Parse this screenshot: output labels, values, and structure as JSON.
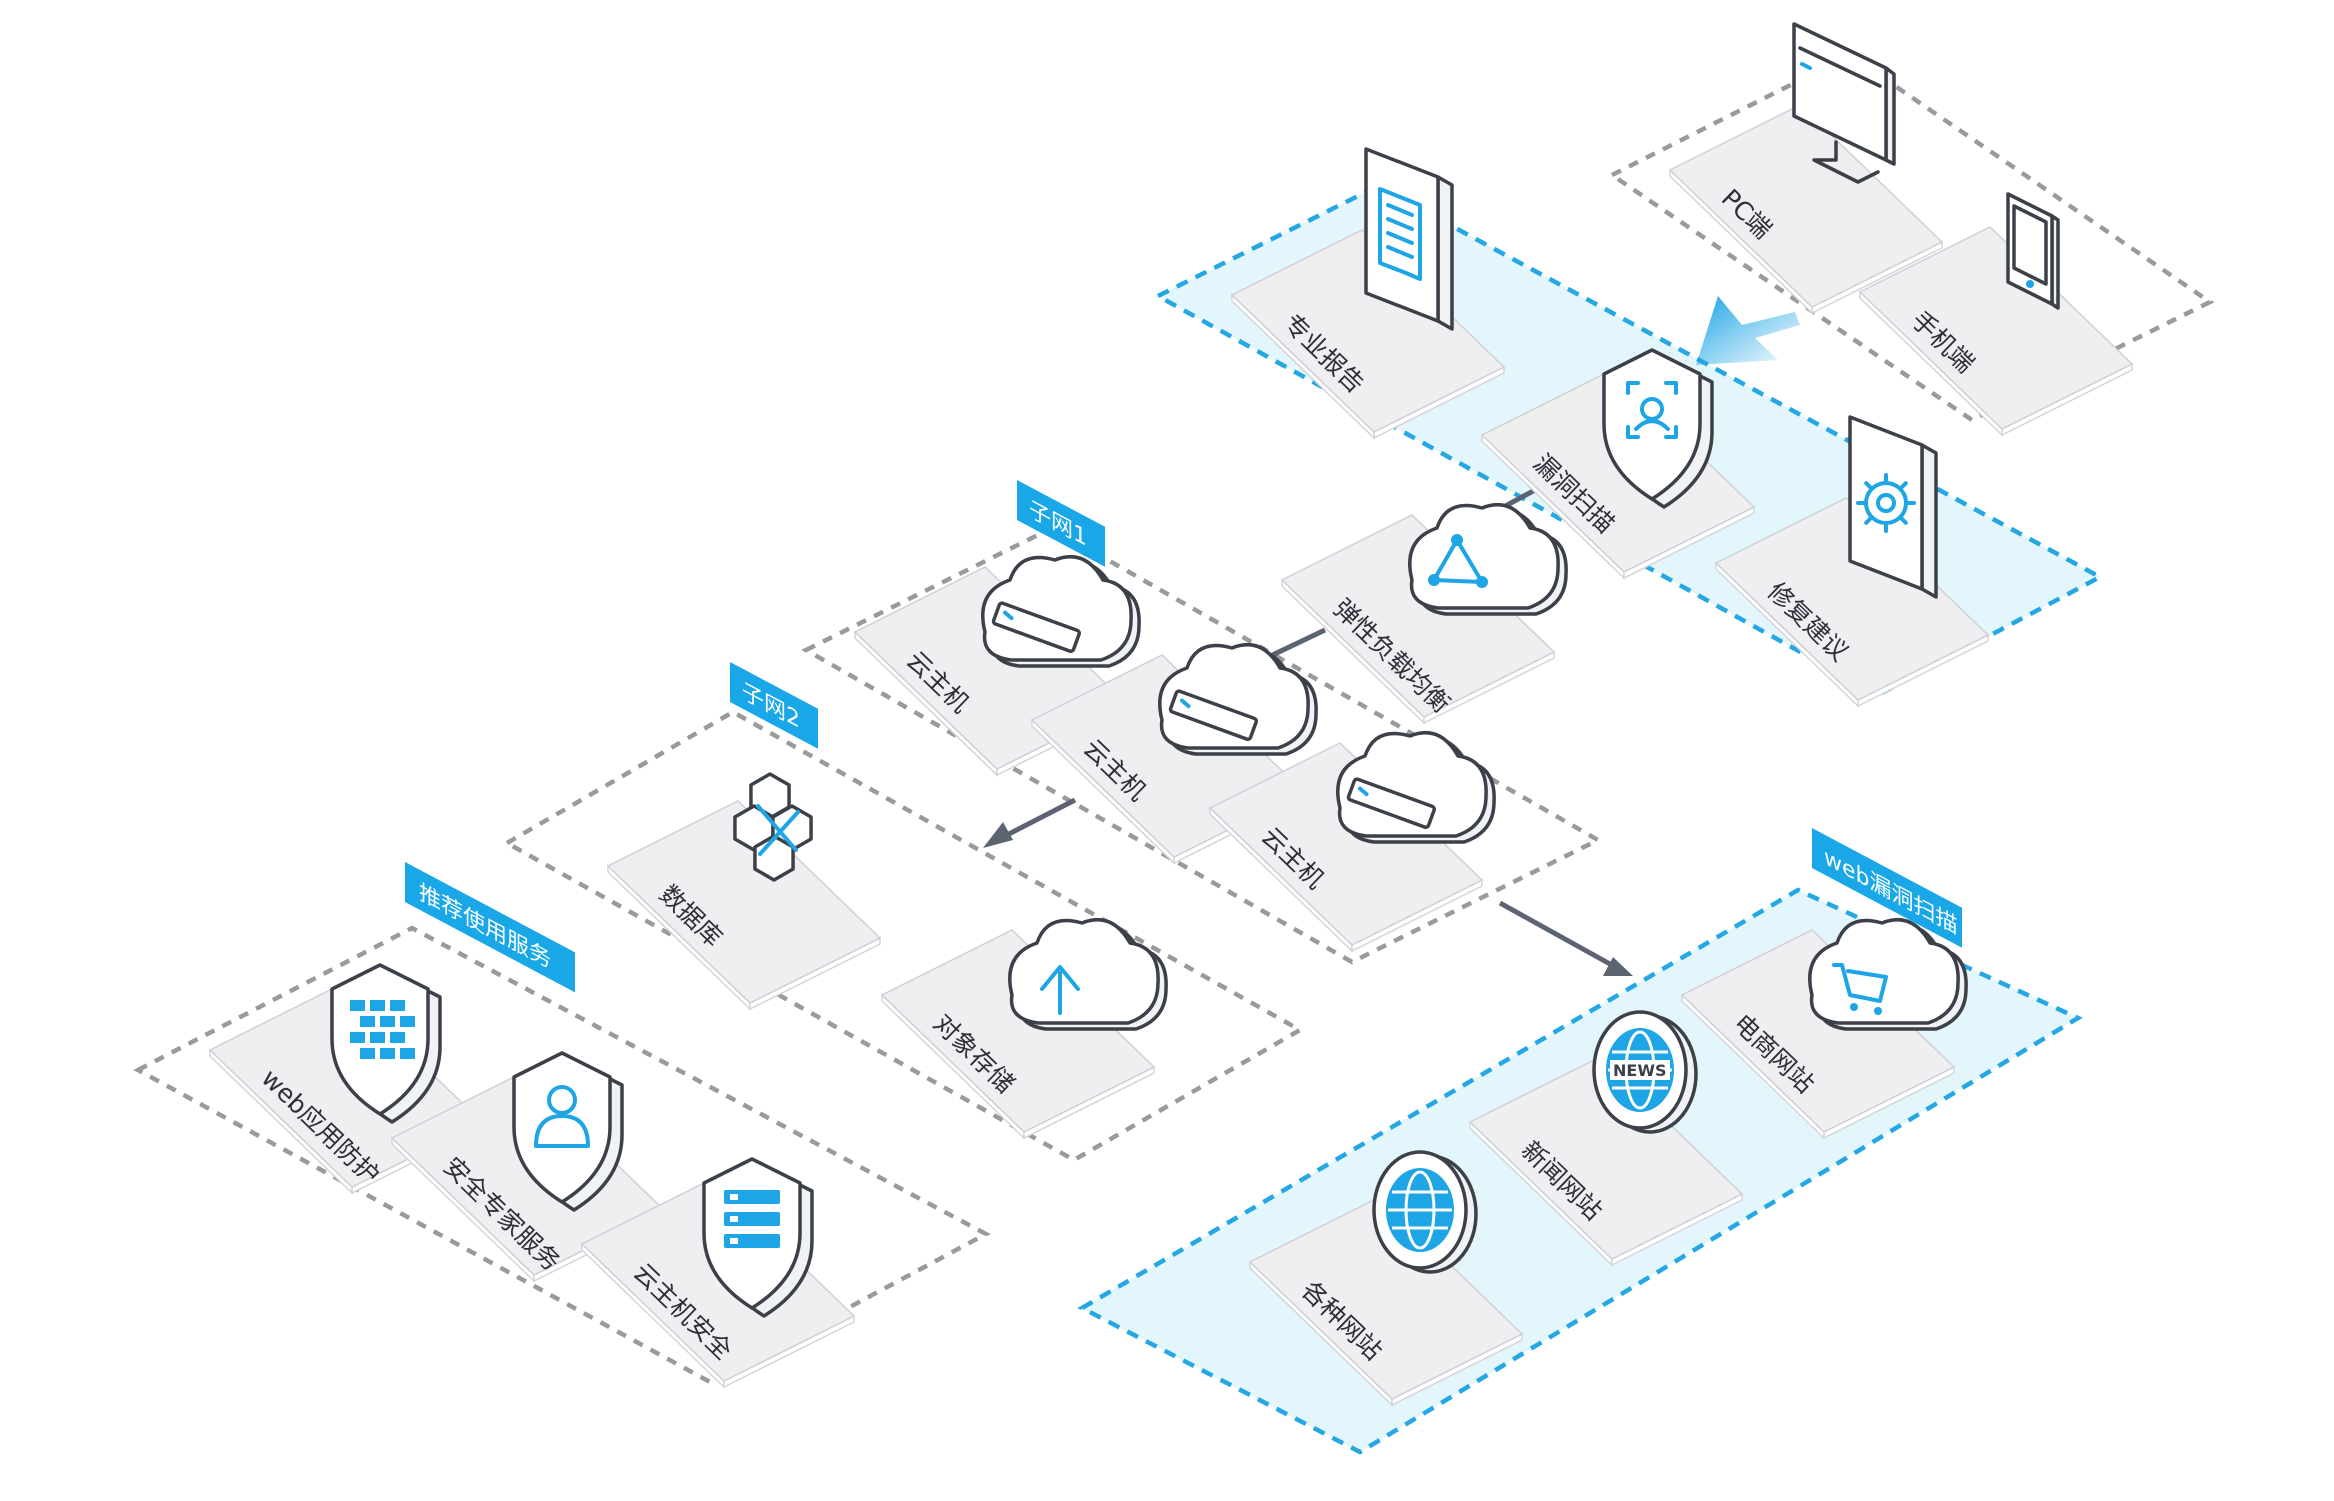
{
  "zones": [
    {
      "id": "client",
      "style": "gray",
      "tag": ""
    },
    {
      "id": "scan",
      "style": "blue",
      "tag": ""
    },
    {
      "id": "subnet1",
      "style": "gray",
      "tag": "子网1"
    },
    {
      "id": "subnet2",
      "style": "gray",
      "tag": "子网2"
    },
    {
      "id": "recommended",
      "style": "gray",
      "tag": "推荐使用服务"
    },
    {
      "id": "websites",
      "style": "blue",
      "tag": "web漏洞扫描"
    }
  ],
  "nodes": [
    {
      "label": "PC端",
      "icon": "monitor-icon"
    },
    {
      "label": "手机端",
      "icon": "phone-icon"
    },
    {
      "label": "专业报告",
      "icon": "report-book-icon"
    },
    {
      "label": "漏洞扫描",
      "icon": "scan-shield-icon"
    },
    {
      "label": "修复建议",
      "icon": "gear-book-icon"
    },
    {
      "label": "弹性负载均衡",
      "icon": "network-cloud-icon"
    },
    {
      "label": "云主机",
      "icon": "server-cloud-icon"
    },
    {
      "label": "云主机",
      "icon": "server-cloud-icon"
    },
    {
      "label": "云主机",
      "icon": "server-cloud-icon"
    },
    {
      "label": "数据库",
      "icon": "hexagon-cluster-icon"
    },
    {
      "label": "对象存储",
      "icon": "upload-cloud-icon"
    },
    {
      "label": "web应用防护",
      "icon": "firewall-shield-icon"
    },
    {
      "label": "安全专家服务",
      "icon": "user-shield-icon"
    },
    {
      "label": "云主机安全",
      "icon": "server-shield-icon"
    },
    {
      "label": "电商网站",
      "icon": "cart-cloud-icon"
    },
    {
      "label": "新闻网站",
      "icon": "news-globe-icon"
    },
    {
      "label": "各种网站",
      "icon": "globe-icon"
    }
  ],
  "colors": {
    "accent": "#19a7e8",
    "zone_fill": "#e3f6fc",
    "dash_gray": "#9a9a9a",
    "arrow": "#5c6472"
  }
}
